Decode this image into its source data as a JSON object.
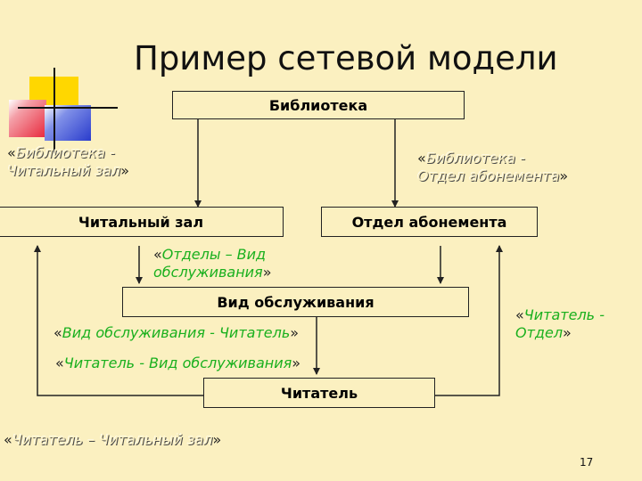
{
  "title": "Пример сетевой модели",
  "nodes": {
    "library": "Библиотека",
    "reading_room": "Читальный зал",
    "subscription_dept": "Отдел абонемента",
    "service_type": "Вид обслуживания",
    "reader": "Читатель"
  },
  "relationships": {
    "library_reading_room": {
      "line1": "Библиотека -",
      "line2": "Читальный зал"
    },
    "library_subscription": {
      "line1": "Библиотека -",
      "line2": "Отдел абонемента"
    },
    "depts_service": {
      "line1": "Отделы – Вид",
      "line2": "обслуживания"
    },
    "service_reader": "Вид обслуживания - Читатель",
    "reader_service": "Читатель - Вид обслуживания",
    "reader_dept": {
      "line1": "Читатель -",
      "line2": "Отдел"
    },
    "reader_reading_room": "Читатель – Читальный зал"
  },
  "quotes": {
    "open": "«",
    "close": "»"
  },
  "page_number": "17",
  "colors": {
    "background": "#fbf0c0",
    "relation_text": "#1ab01e",
    "lines": "#222222",
    "deco_yellow": "#ffd700",
    "deco_red": "#e8283c",
    "deco_blue": "#2a3ccc"
  }
}
